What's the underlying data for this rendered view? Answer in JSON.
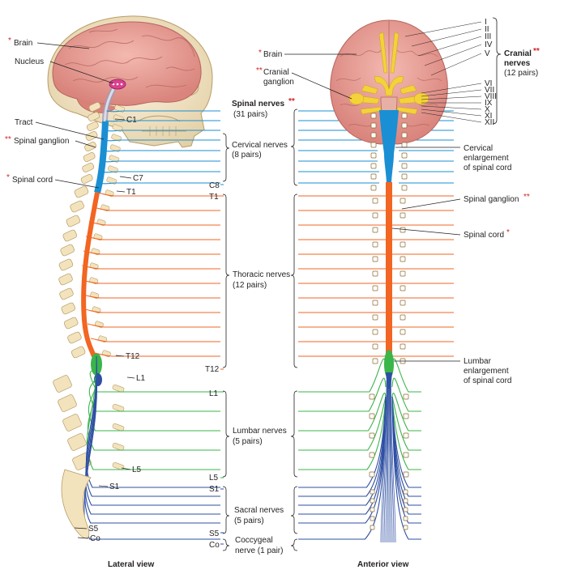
{
  "lateral": {
    "labels": {
      "brain_star": "*",
      "brain": "Brain",
      "nucleus": "Nucleus",
      "tract": "Tract",
      "spinal_ganglion_star": "**",
      "spinal_ganglion": "Spinal ganglion",
      "spinal_cord_star": "*",
      "spinal_cord": "Spinal cord",
      "c1": "C1",
      "c7": "C7",
      "t1": "T1",
      "t12": "T12",
      "l1": "L1",
      "l5": "L5",
      "s1": "S1",
      "s5": "S5",
      "co": "Co"
    },
    "caption": "Lateral view"
  },
  "middle": {
    "spinal_nerves_title": "Spinal nerves",
    "spinal_nerves_star": "**",
    "spinal_nerves_count": "(31 pairs)",
    "cervical": "Cervical nerves",
    "cervical_count": "(8 pairs)",
    "thoracic": "Thoracic nerves",
    "thoracic_count": "(12 pairs)",
    "lumbar": "Lumbar nerves",
    "lumbar_count": "(5 pairs)",
    "sacral": "Sacral nerves",
    "sacral_count": "(5 pairs)",
    "coccygeal": "Coccygeal",
    "coccygeal_count": "nerve (1 pair)",
    "ends": {
      "c8": "C8",
      "t1": "T1",
      "t12": "T12",
      "l1": "L1",
      "l5": "L5",
      "s1": "S1",
      "s5": "S5",
      "co": "Co"
    }
  },
  "anterior": {
    "brain_star": "*",
    "brain": "Brain",
    "cranial_ganglion_star": "**",
    "cranial_ganglion_1": "Cranial",
    "cranial_ganglion_2": "ganglion",
    "cranial_numerals": [
      "I",
      "II",
      "III",
      "IV",
      "V",
      "VI",
      "VII",
      "VIII",
      "IX",
      "X",
      "XI",
      "XII"
    ],
    "cranial_nerves_1": "Cranial",
    "cranial_nerves_star": "**",
    "cranial_nerves_2": "nerves",
    "cranial_nerves_count": "(12 pairs)",
    "cervical_enl_1": "Cervical",
    "cervical_enl_2": "enlargement",
    "cervical_enl_3": "of spinal cord",
    "spinal_ganglion": "Spinal ganglion",
    "spinal_ganglion_star": "**",
    "spinal_cord": "Spinal cord",
    "spinal_cord_star": "*",
    "lumbar_enl_1": "Lumbar",
    "lumbar_enl_2": "enlargement",
    "lumbar_enl_3": "of spinal cord",
    "caption": "Anterior view"
  },
  "colors": {
    "cervical": "#1b8fd3",
    "thoracic": "#f26522",
    "lumbar": "#3ab54a",
    "sacral": "#2e4fa3",
    "red": "#d2232a",
    "bone": "#f3e3bd",
    "bone_stroke": "#b79d68",
    "brain": "#e79e96",
    "brain_dark": "#c86e68"
  }
}
